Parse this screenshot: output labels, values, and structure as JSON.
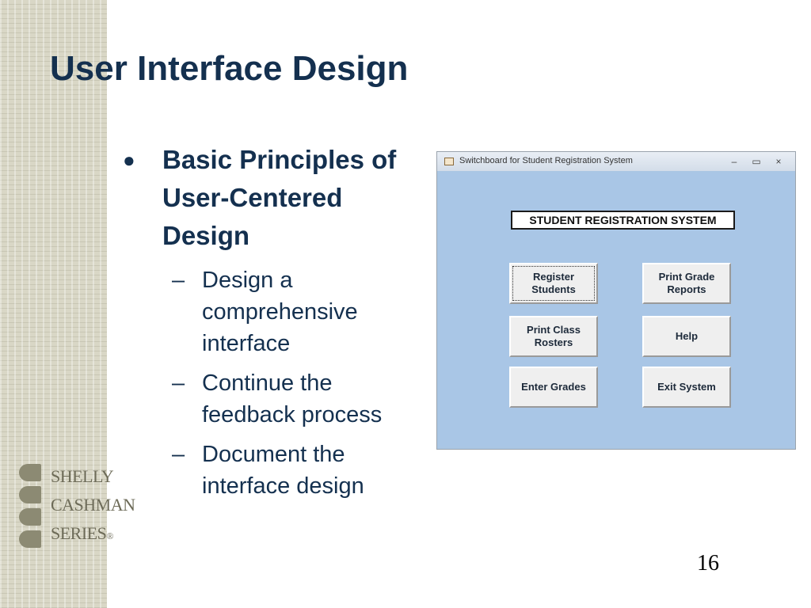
{
  "slide": {
    "title": "User Interface Design",
    "bullet": {
      "symbol": "●",
      "text": "Basic Principles of User-Centered Design",
      "dash": "–",
      "sub_items": [
        "Design a comprehensive interface",
        "Continue the feedback process",
        "Document the interface design"
      ]
    },
    "page_number": "16",
    "logo": {
      "line1": "SHELLY",
      "line2": "CASHMAN",
      "line3": "SERIES",
      "mark": "®"
    }
  },
  "window": {
    "title": "Switchboard for Student Registration System",
    "controls": {
      "minimize": "–",
      "maximize": "▭",
      "close": "×"
    },
    "header": "STUDENT REGISTRATION SYSTEM",
    "buttons": {
      "register": "Register\nStudents",
      "print_grades": "Print Grade\nReports",
      "print_rosters": "Print Class\nRosters",
      "help": "Help",
      "enter_grades": "Enter Grades",
      "exit": "Exit System"
    }
  },
  "colors": {
    "title": "#14304f",
    "window_background": "#a9c6e6",
    "left_strip": "#d9d7c6"
  }
}
